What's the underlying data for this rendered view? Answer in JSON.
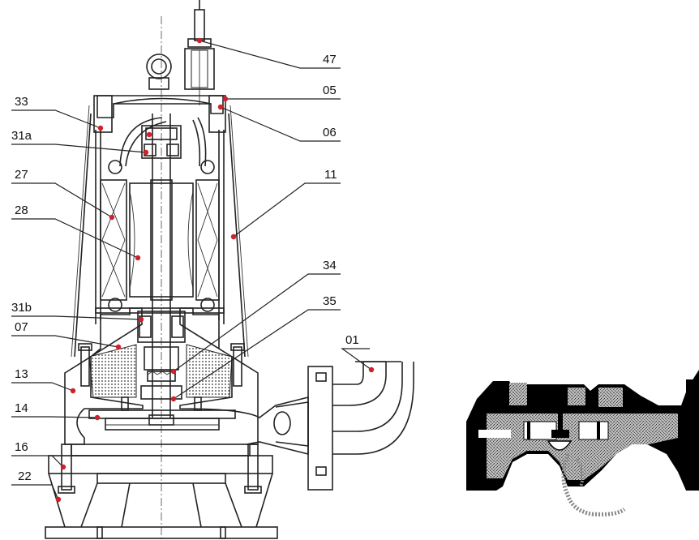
{
  "callouts": [
    {
      "id": "47",
      "label": "47"
    },
    {
      "id": "33",
      "label": "33"
    },
    {
      "id": "05",
      "label": "05"
    },
    {
      "id": "06",
      "label": "06"
    },
    {
      "id": "31a",
      "label": "31a"
    },
    {
      "id": "27",
      "label": "27"
    },
    {
      "id": "11",
      "label": "11"
    },
    {
      "id": "28",
      "label": "28"
    },
    {
      "id": "34",
      "label": "34"
    },
    {
      "id": "31b",
      "label": "31b"
    },
    {
      "id": "35",
      "label": "35"
    },
    {
      "id": "07",
      "label": "07"
    },
    {
      "id": "01",
      "label": "01"
    },
    {
      "id": "13",
      "label": "13"
    },
    {
      "id": "14",
      "label": "14"
    },
    {
      "id": "16",
      "label": "16"
    },
    {
      "id": "22",
      "label": "22"
    }
  ],
  "colors": {
    "marker": "#d0202a",
    "line": "#222222",
    "hatch_fill": "#9a9a9a",
    "detail_fill": "#000000"
  },
  "figures": [
    {
      "id": "pump-cross-section",
      "icon": "submersible-pump-section"
    },
    {
      "id": "impeller-detail",
      "icon": "impeller-passage-detail"
    }
  ]
}
